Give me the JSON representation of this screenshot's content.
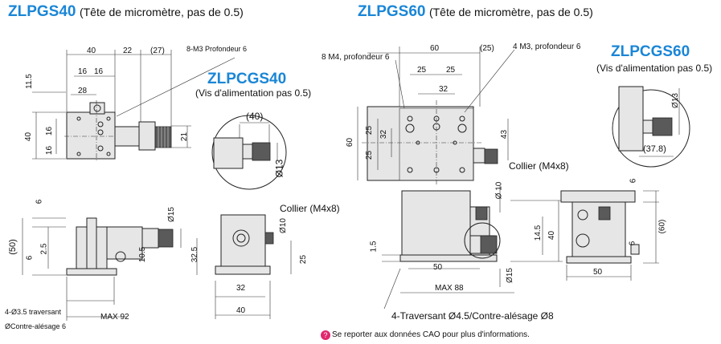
{
  "left": {
    "model": "ZLPGS40",
    "subtitle": "(Tête de micromètre, pas de 0.5)",
    "variant_model": "ZLPCGS40",
    "variant_sub": "(Vis d'alimentation pas 0.5)",
    "tapped_note": "8-M3 Profondeur 6",
    "collar": "Collier (M4x8)",
    "hole_note_1": "4-Ø3.5 traversant",
    "hole_note_2": "ØContre-alésage 6",
    "max": "MAX 92",
    "dims": {
      "d40": "40",
      "d22": "22",
      "d27": "(27)",
      "d16a": "16",
      "d16b": "16",
      "d28": "28",
      "d11_5": "11.5",
      "d40v": "40",
      "d16v1": "16",
      "d16v2": "16",
      "d21": "21",
      "d6": "6",
      "d50": "(50)",
      "d2_5": "2.5",
      "d6b": "6",
      "d15": "Ø15",
      "d10_5": "10.5",
      "d32_5": "32.5",
      "d32": "32",
      "d40h": "40",
      "d10": "Ø10",
      "d25": "25",
      "dd40": "(40)",
      "d13": "Ø13"
    }
  },
  "right": {
    "model": "ZLPGS60",
    "subtitle": "(Tête de micromètre, pas de 0.5)",
    "variant_model": "ZLPCGS60",
    "variant_sub": "(Vis d'alimentation pas 0.5)",
    "tapped_note_1": "8 M4, profondeur 6",
    "tapped_note_2": "4 M3, profondeur 6",
    "collar": "Collier (M4x8)",
    "hole_note": "4-Traversant Ø4.5/Contre-alésage Ø8",
    "max": "MAX 88",
    "dims": {
      "d60": "60",
      "d25r": "(25)",
      "d25a": "25",
      "d25b": "25",
      "d32": "32",
      "d60v": "60",
      "d25v1": "25",
      "d32v": "32",
      "d25v2": "25",
      "d43": "43",
      "d13": "Ø13",
      "d37_8": "(37.8)",
      "d10": "Ø 10",
      "d14_5": "14.5",
      "d40": "40",
      "d1_5": "1.5",
      "d50": "50",
      "d15": "Ø15",
      "d6a": "6",
      "d60p": "(60)",
      "d6b": "6",
      "d50b": "50"
    }
  },
  "footnote": "Se reporter aux données CAO pour plus d'informations."
}
